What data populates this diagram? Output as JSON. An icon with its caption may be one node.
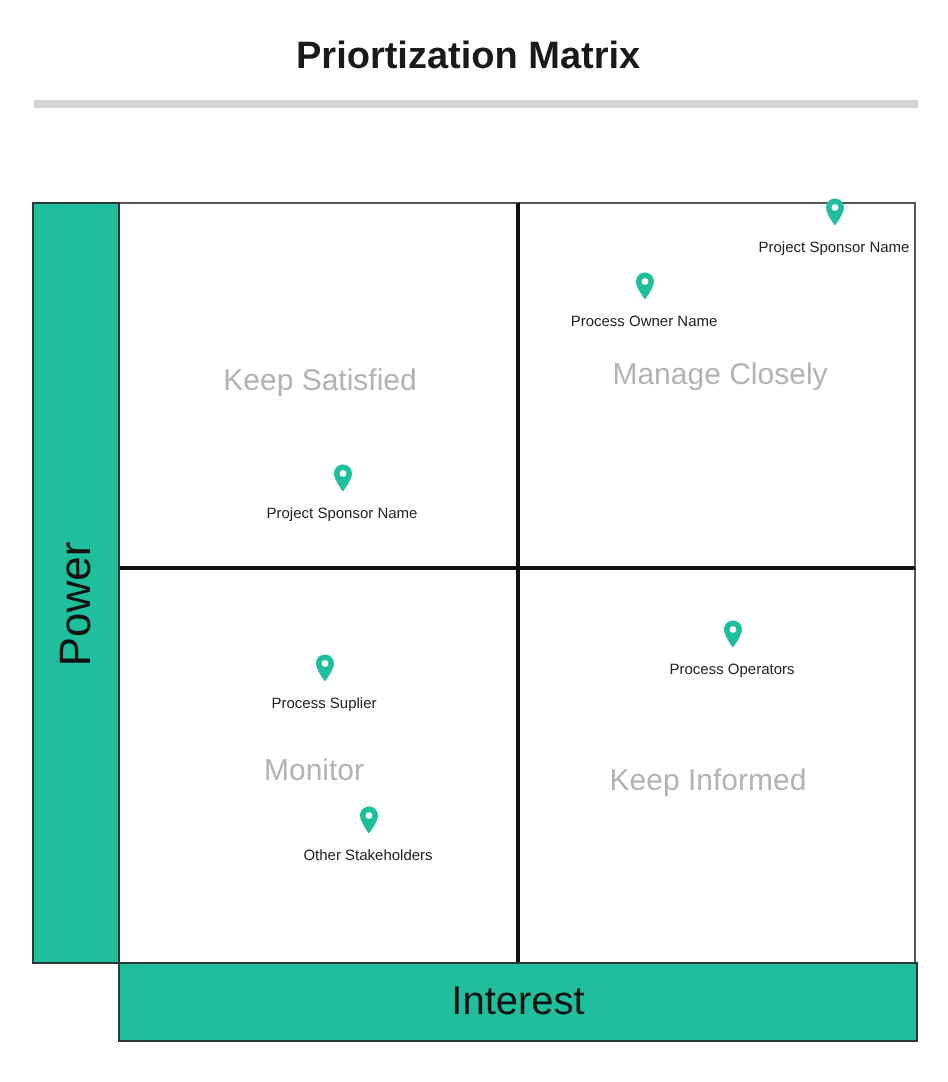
{
  "diagram": {
    "title": "Priortization Matrix",
    "nodes": [
      {
        "text": [
          "Keep Satisfied"
        ]
      },
      {
        "text": [
          "Manage Closely"
        ]
      },
      {
        "text": [
          "Monitor"
        ]
      },
      {
        "text": [
          "Keep Informed"
        ]
      },
      {
        "text": [
          "Power"
        ]
      },
      {
        "text": [
          "Interest"
        ]
      }
    ],
    "labels": [
      "Project Sponsor Name",
      "Process Owner Name",
      "Project Sponsor Name",
      "Process Operators",
      "Process Suplier",
      "Other Stakeholders"
    ]
  }
}
